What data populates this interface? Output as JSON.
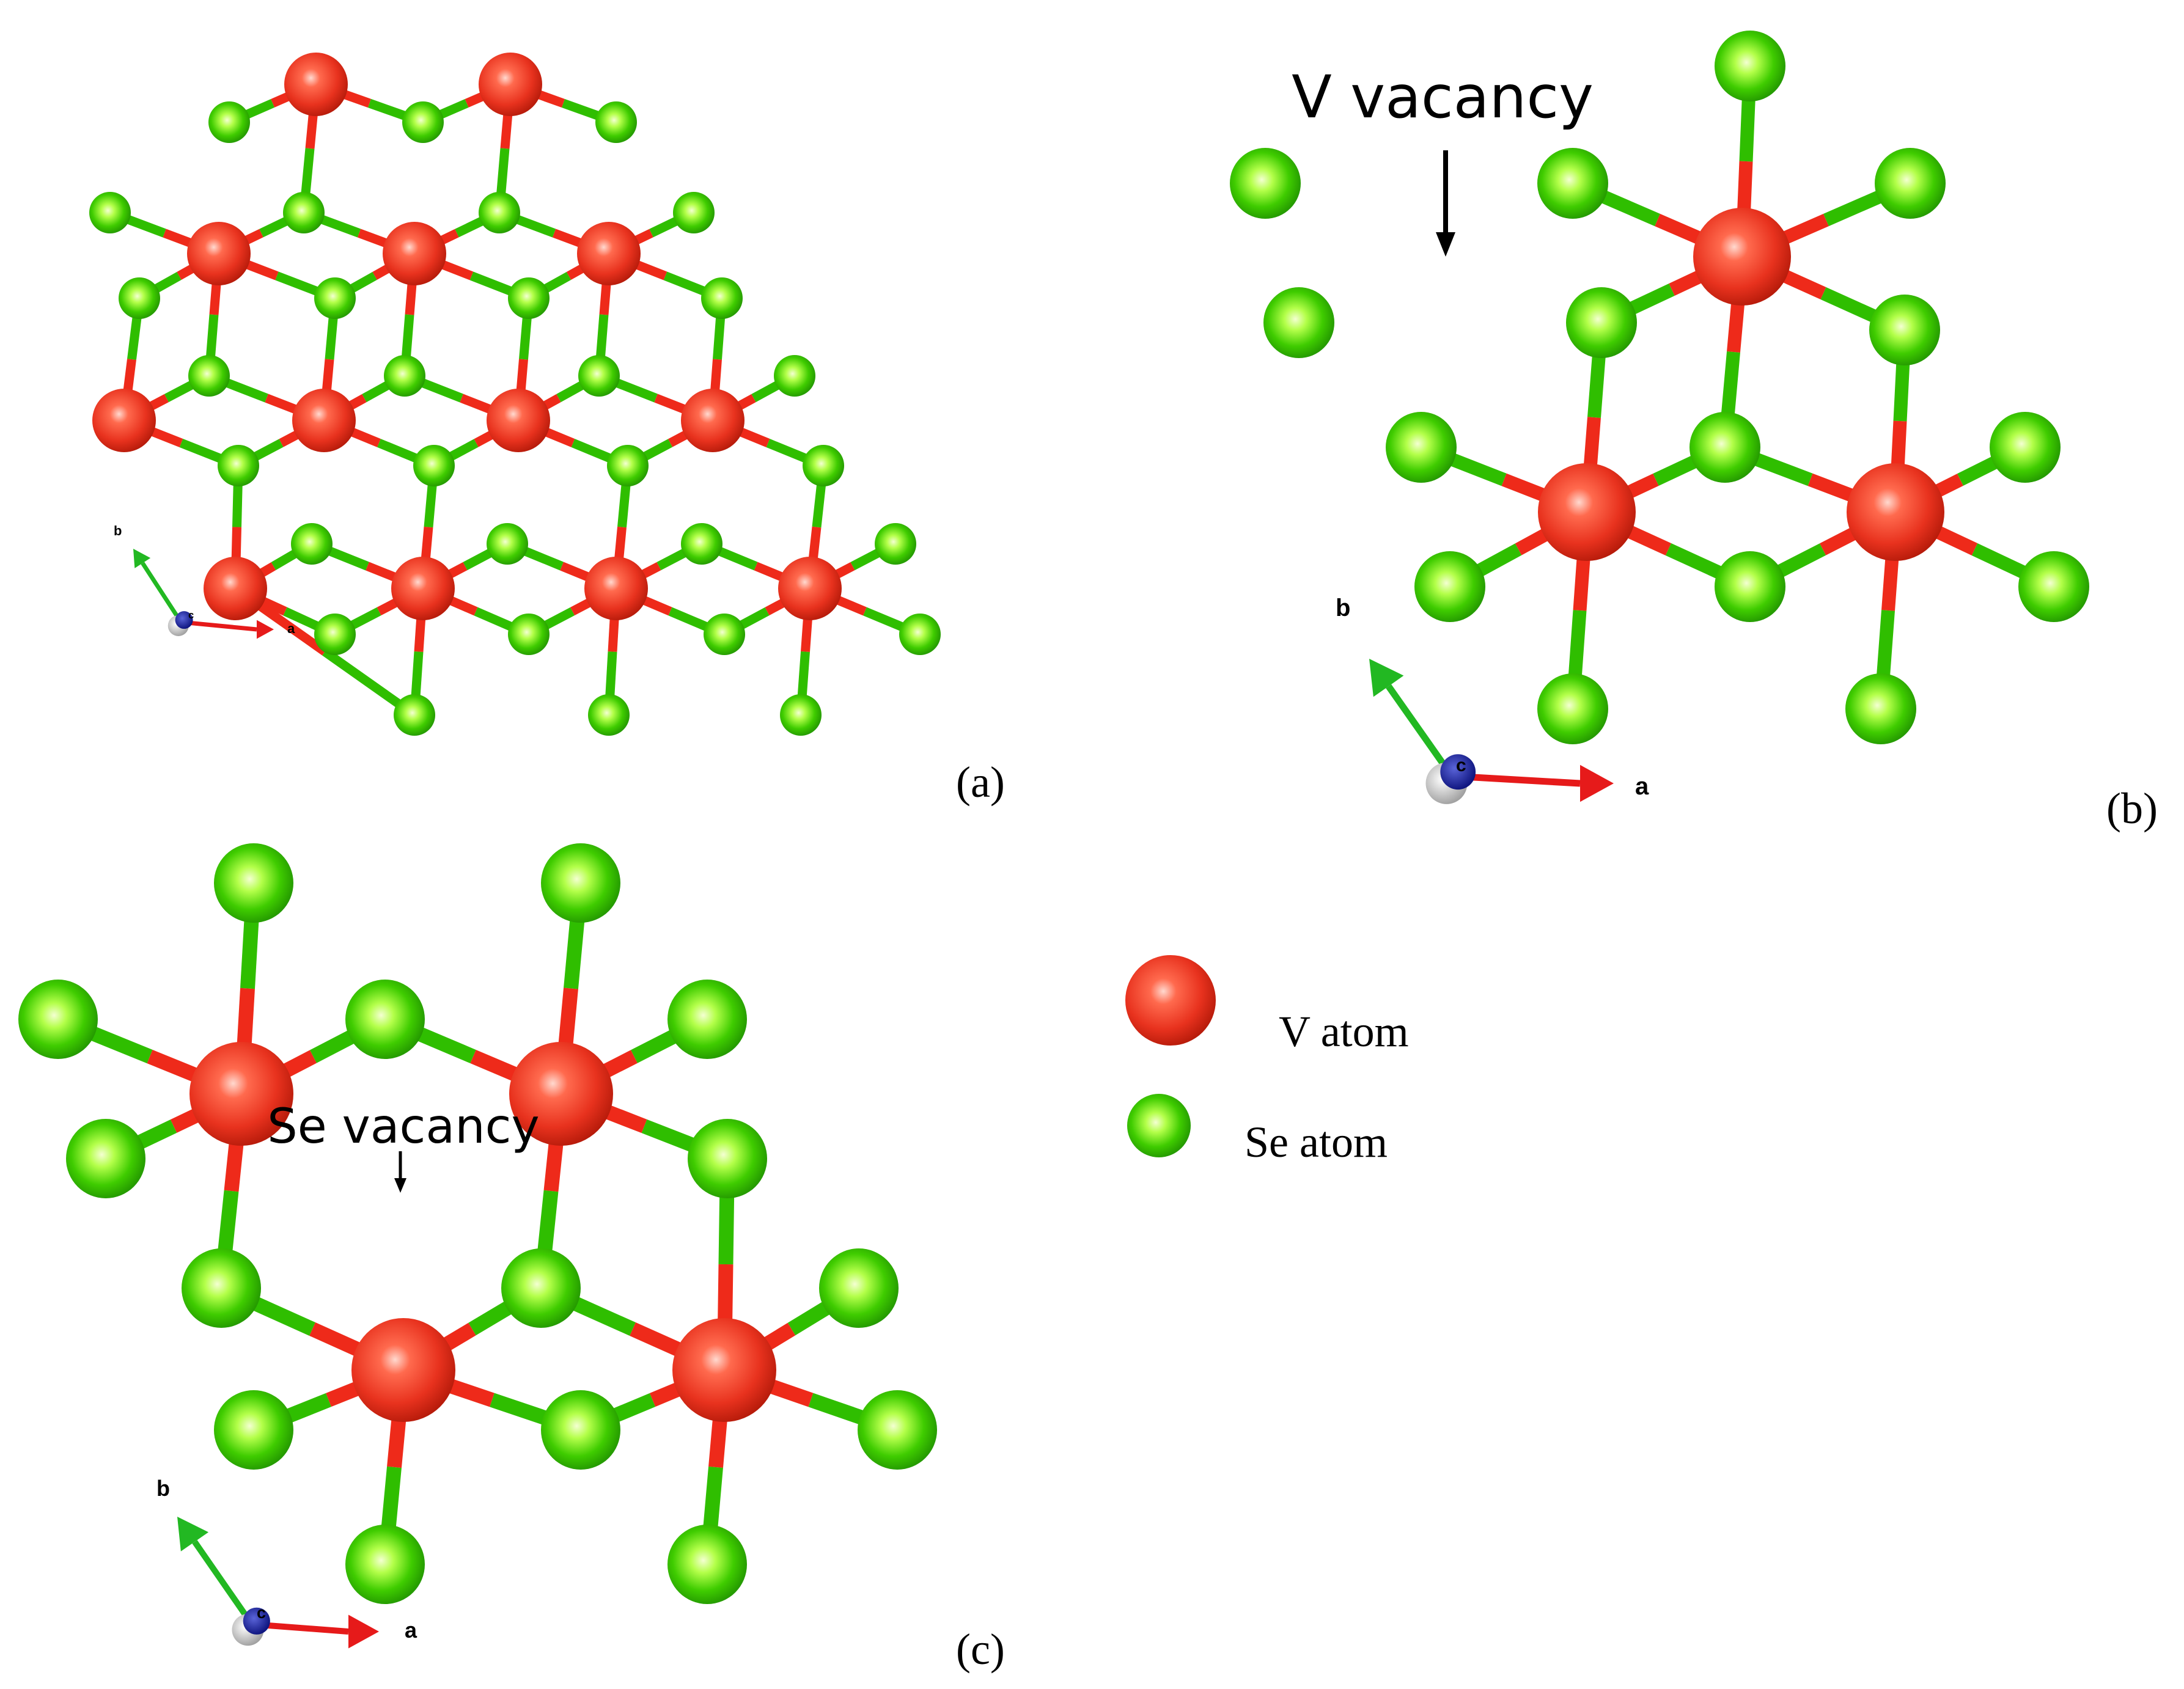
{
  "panels": {
    "a": {
      "label": "(a)"
    },
    "b": {
      "label": "(b)",
      "annotation": "V vacancy"
    },
    "c": {
      "label": "(c)",
      "annotation": "Se vacancy"
    }
  },
  "legend": {
    "v_atom": "V atom",
    "se_atom": "Se atom"
  },
  "axes": {
    "a": "a",
    "b": "b",
    "c": "c"
  },
  "colors": {
    "v_atom": "#e8321e",
    "se_atom": "#33c000",
    "bond_v": "#ee2a1a",
    "bond_se": "#2fbe00",
    "axis_a": "#e61a1a",
    "axis_b": "#22b822",
    "axis_c": "#101a90"
  }
}
